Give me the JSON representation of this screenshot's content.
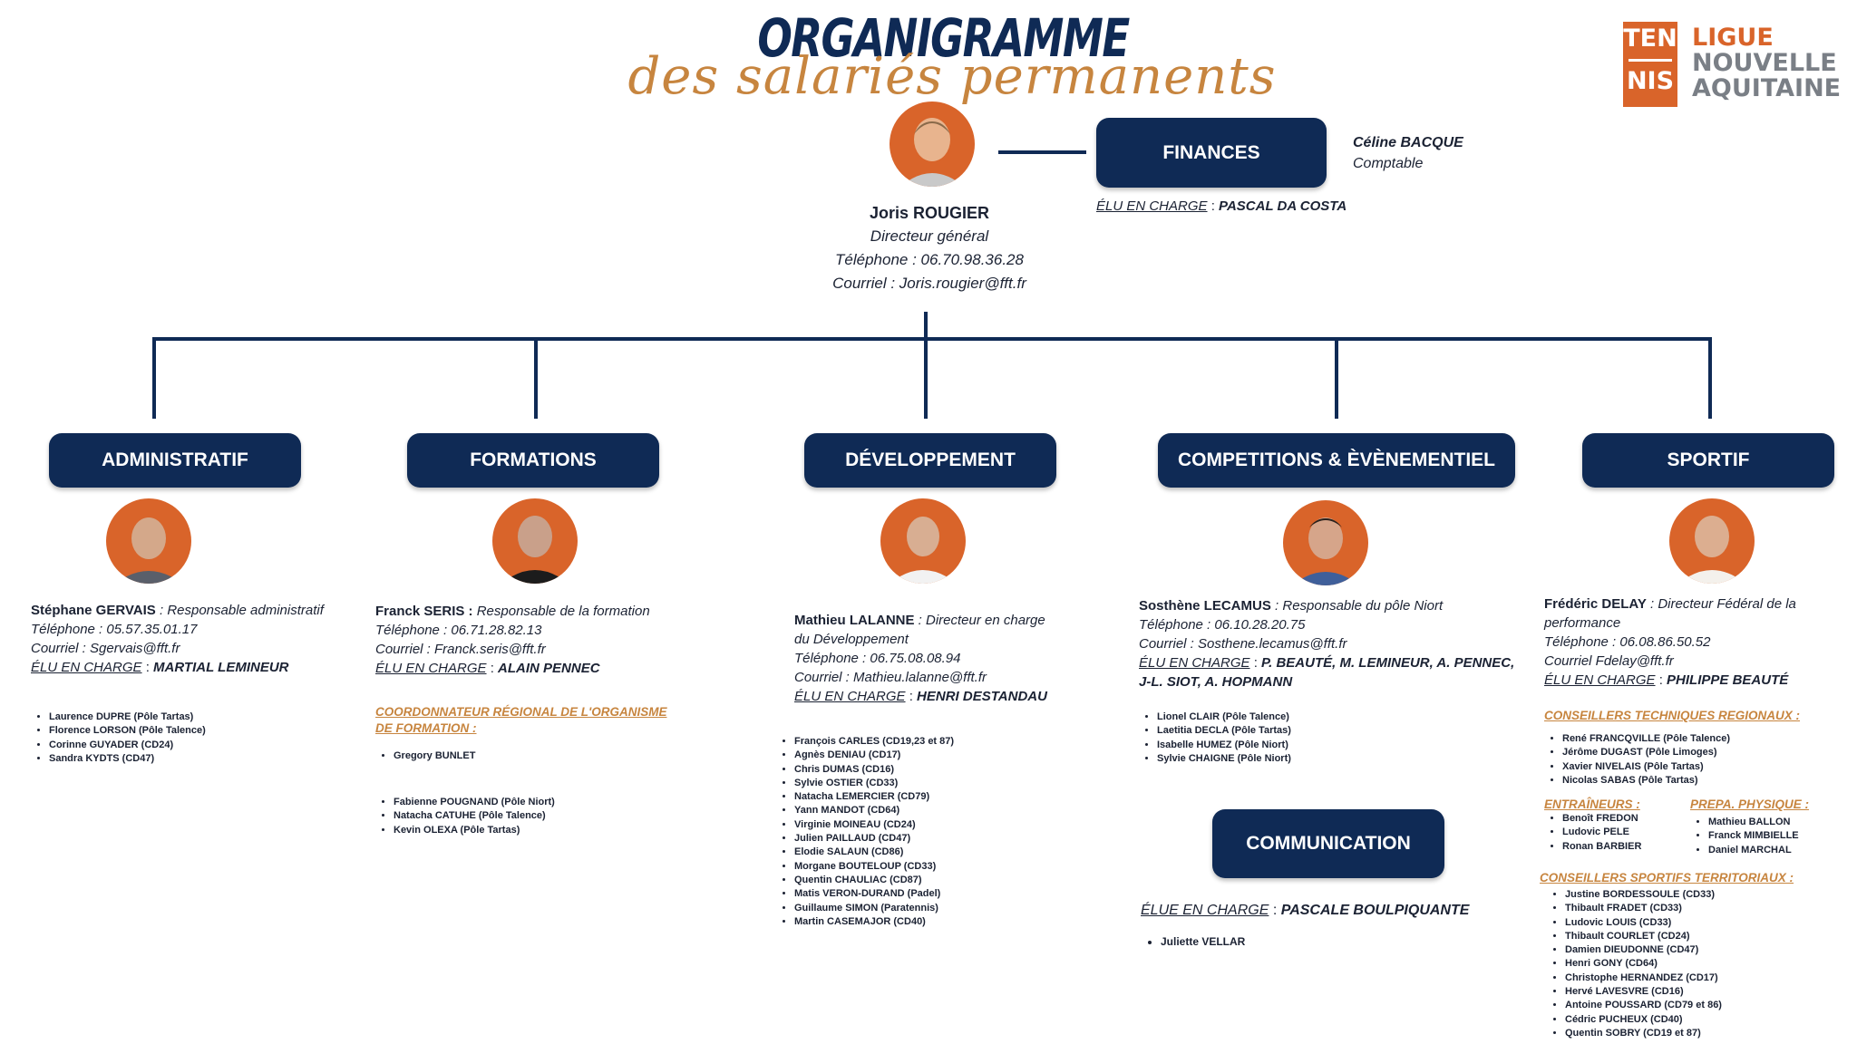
{
  "header": {
    "title": "ORGANIGRAMME",
    "subtitle": "des salariés permanents"
  },
  "logo": {
    "box_line1": "TEN",
    "box_line2": "NIS",
    "text_line1": "LIGUE",
    "text_line2": "NOUVELLE",
    "text_line3": "AQUITAINE"
  },
  "director": {
    "name": "Joris ROUGIER",
    "role": "Directeur général",
    "phone": "Téléphone : 06.70.98.36.28",
    "email": "Courriel : Joris.rougier@fft.fr"
  },
  "finances": {
    "label": "FINANCES",
    "person": "Céline BACQUE",
    "role": "Comptable",
    "elu_label": "ÉLU EN CHARGE",
    "elu_name": "PASCAL DA COSTA"
  },
  "administratif": {
    "label": "ADMINISTRATIF",
    "name": "Stéphane GERVAIS",
    "role": " : Responsable administratif",
    "phone": "Téléphone : 05.57.35.01.17",
    "email": "Courriel : Sgervais@fft.fr",
    "elu_label": "ÉLU EN CHARGE",
    "elu_name": "MARTIAL LEMINEUR",
    "staff": [
      "Laurence DUPRE (Pôle Tartas)",
      "Florence LORSON (Pôle Talence)",
      "Corinne GUYADER (CD24)",
      "Sandra KYDTS (CD47)"
    ]
  },
  "formations": {
    "label": "FORMATIONS",
    "name": "Franck SERIS :",
    "role": " Responsable de la formation",
    "phone": "Téléphone : 06.71.28.82.13",
    "email": "Courriel : Franck.seris@fft.fr",
    "elu_label": "ÉLU EN CHARGE",
    "elu_name": "ALAIN PENNEC",
    "section_line1": "COORDONNATEUR RÉGIONAL DE L'ORGANISME",
    "section_line2": "DE FORMATION :",
    "coord": [
      "Gregory BUNLET"
    ],
    "staff": [
      "Fabienne POUGNAND (Pôle Niort)",
      "Natacha CATUHE (Pôle Talence)",
      "Kevin OLEXA (Pôle Tartas)"
    ]
  },
  "developpement": {
    "label": "DÉVELOPPEMENT",
    "name": "Mathieu LALANNE",
    "role_line1": " : Directeur en charge",
    "role_line2": "du Développement",
    "phone": "Téléphone : 06.75.08.08.94",
    "email": "Courriel : Mathieu.lalanne@fft.fr",
    "elu_label": "ÉLU EN CHARGE",
    "elu_name": "HENRI DESTANDAU",
    "staff": [
      "François CARLES (CD19,23 et 87)",
      "Agnès DENIAU (CD17)",
      "Chris DUMAS (CD16)",
      "Sylvie OSTIER (CD33)",
      "Natacha LEMERCIER (CD79)",
      "Yann MANDOT (CD64)",
      "Virginie MOINEAU (CD24)",
      "Julien PAILLAUD (CD47)",
      "Elodie SALAUN (CD86)",
      "Morgane BOUTELOUP (CD33)",
      "Quentin CHAULIAC (CD87)",
      "Matis VERON-DURAND (Padel)",
      "Guillaume SIMON (Paratennis)",
      "Martin CASEMAJOR (CD40)"
    ]
  },
  "competitions": {
    "label": "COMPETITIONS & ÈVÈNEMENTIEL",
    "name": "Sosthène LECAMUS",
    "role": " : Responsable du pôle Niort",
    "phone": "Téléphone : 06.10.28.20.75",
    "email": "Courriel : Sosthene.lecamus@fft.fr",
    "elu_label": "ÉLU EN CHARGE",
    "elu_name_line1": "P. BEAUTÉ, M. LEMINEUR, A. PENNEC,",
    "elu_name_line2": "J-L. SIOT, A. HOPMANN",
    "staff": [
      "Lionel CLAIR (Pôle Talence)",
      "Laetitia DECLA (Pôle Tartas)",
      "Isabelle HUMEZ (Pôle Niort)",
      "Sylvie CHAIGNE (Pôle Niort)"
    ]
  },
  "communication": {
    "label": "COMMUNICATION",
    "elu_label": "ÉLUE EN CHARGE",
    "elu_name": "PASCALE BOULPIQUANTE",
    "staff": [
      "Juliette VELLAR"
    ]
  },
  "sportif": {
    "label": "SPORTIF",
    "name": "Frédéric DELAY",
    "role_line1": " : Directeur Fédéral de la",
    "role_line2": "performance",
    "phone": "Téléphone : 06.08.86.50.52",
    "email": "Courriel Fdelay@fft.fr",
    "elu_label": "ÉLU EN CHARGE",
    "elu_name": "PHILIPPE BEAUTÉ",
    "ctr_label": "CONSEILLERS TECHNIQUES REGIONAUX :",
    "ctr": [
      "René FRANCQVILLE (Pôle Talence)",
      "Jérôme DUGAST (Pôle Limoges)",
      "Xavier NIVELAIS (Pôle Tartas)",
      "Nicolas SABAS (Pôle Tartas)"
    ],
    "entr_label": "ENTRAÎNEURS :",
    "entr": [
      "Benoît FREDON",
      "Ludovic PELE",
      "Ronan BARBIER"
    ],
    "prepa_label": "PREPA. PHYSIQUE :",
    "prepa": [
      "Mathieu BALLON",
      "Franck MIMBIELLE",
      "Daniel MARCHAL"
    ],
    "cst_label": "CONSEILLERS SPORTIFS TERRITORIAUX :",
    "cst": [
      "Justine BORDESSOULE (CD33)",
      "Thibault FRADET (CD33)",
      "Ludovic LOUIS (CD33)",
      "Thibault COURLET (CD24)",
      "Damien DIEUDONNE (CD47)",
      "Henri GONY (CD64)",
      "Christophe HERNANDEZ (CD17)",
      "Hervé LAVESVRE (CD16)",
      "Antoine POUSSARD (CD79 et 86)",
      "Cédric PUCHEUX (CD40)",
      "Quentin SOBRY (CD19 et 87)"
    ]
  }
}
